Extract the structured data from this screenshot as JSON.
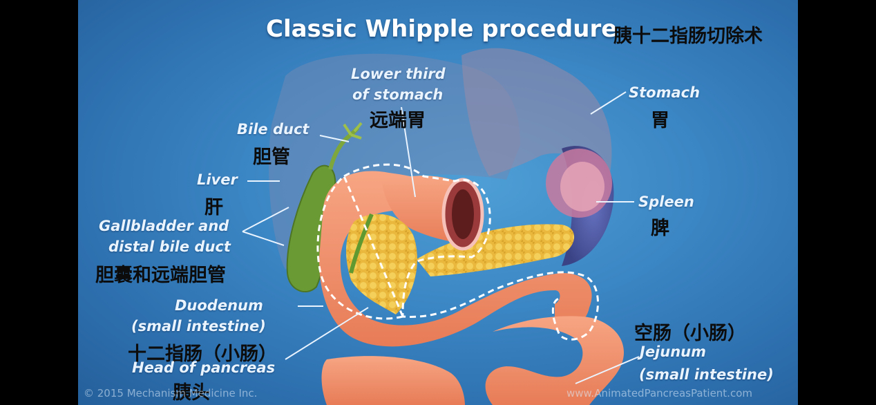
{
  "title": "Classic Whipple procedure",
  "title_zh": "胰十二指肠切除术",
  "labels": {
    "lower_stomach": {
      "en_line1": "Lower third",
      "en_line2": "of stomach",
      "zh": "远端胃"
    },
    "stomach": {
      "en": "Stomach",
      "zh": "胃"
    },
    "bile_duct": {
      "en": "Bile duct",
      "zh": "胆管"
    },
    "liver": {
      "en": "Liver",
      "zh": "肝"
    },
    "spleen": {
      "en": "Spleen",
      "zh": "脾"
    },
    "gallbladder": {
      "en_line1": "Gallbladder and",
      "en_line2": "distal bile duct",
      "zh": "胆囊和远端胆管"
    },
    "duodenum": {
      "en_line1": "Duodenum",
      "en_line2": "(small intestine)",
      "zh": "十二指肠（小肠）"
    },
    "pancreas_head": {
      "en": "Head of pancreas",
      "zh": "胰头"
    },
    "jejunum": {
      "zh": "空肠（小肠）",
      "en_line1": "Jejunum",
      "en_line2": "(small intestine)"
    }
  },
  "footer": {
    "copyright": "© 2015 Mechanism Medicine Inc.",
    "website": "www.AnimatedPancreasPatient.com"
  },
  "colors": {
    "background": "#3b86c4",
    "intestine": "#f2906d",
    "pancreas": "#e9b83c",
    "gallbladder": "#6a9a34",
    "spleen": "#4d4f96"
  }
}
